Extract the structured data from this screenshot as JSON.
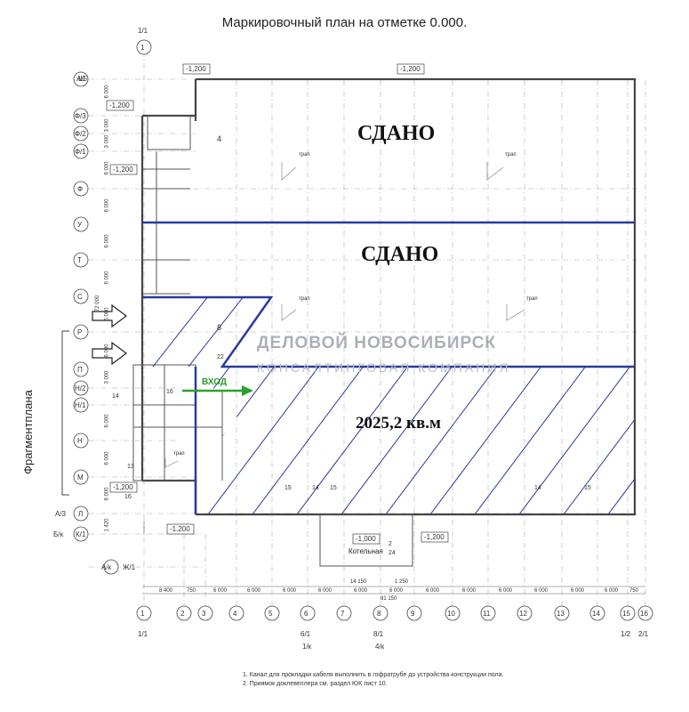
{
  "title": "Маркировочный план на отметке 0.000.",
  "labels": {
    "sdano_top": "СДАНО",
    "sdano_middle": "СДАНО",
    "area": "2025,2 кв.м",
    "fragment": "Фрагментплана",
    "entrance": "ВХОД",
    "boiler": "Котельная"
  },
  "watermark": {
    "line1": "ДЕЛОВОЙ НОВОСИБИРСК",
    "line2": "КОНСАЛТИНГОВАЯ КОМПАНИЯ"
  },
  "notes": [
    "1. Канал для прокладки кабеля выполнить в гофратрубе до устройства конструкции пола.",
    "2. Приямок доклевеллера см. раздел ЮК лист 10."
  ],
  "row_axes": [
    "А/5",
    "Ф/3",
    "Ф/2",
    "Ф/1",
    "Ф",
    "У",
    "Т",
    "С",
    "Р",
    "П",
    "Н/2",
    "Н/1",
    "Н",
    "М",
    "А/3",
    "Б/к",
    "А/к"
  ],
  "row_letters_right": [
    "Ш",
    "",
    "",
    "",
    "",
    "",
    "",
    "",
    "",
    "",
    "",
    "",
    "",
    "",
    "Л",
    "К/1",
    "Ж/1"
  ],
  "col_axes_bottom": [
    "1",
    "2",
    "3",
    "4",
    "5",
    "6",
    "7",
    "8",
    "9",
    "10",
    "11",
    "12",
    "13",
    "14",
    "15",
    "16"
  ],
  "col_axes_sub": [
    "1/1",
    "",
    "",
    "",
    "",
    "6/1",
    "",
    "8/1",
    "",
    "",
    "",
    "",
    "",
    "",
    "1/2",
    "2/1"
  ],
  "col_axes_sub2": [
    "",
    "",
    "",
    "",
    "",
    "1/к",
    "",
    "4/к",
    "",
    "",
    "",
    "",
    "",
    "",
    "",
    ""
  ],
  "top_axis": [
    "1/1",
    "1"
  ],
  "levels": {
    "top_left": "-1,200",
    "top_mid": "-1,200",
    "left_upper": "-1,200",
    "left_mid": "-1,200",
    "left_low": "-1,200",
    "bottom_left": "-1,200",
    "bottom_right": "-1,200",
    "boiler": "-1,000"
  },
  "bottom_dims": [
    "8 400",
    "750",
    "6 000",
    "6 000",
    "6 000",
    "6 000",
    "6 000",
    "6 000",
    "6 000",
    "6 000",
    "6 000",
    "6 000",
    "6 000",
    "6 000",
    "750"
  ],
  "total_dims": [
    "14 150",
    "1 250",
    "81 150"
  ],
  "left_dims": [
    "6 000",
    "3 000",
    "3 000",
    "6 000",
    "6 000",
    "6 000",
    "6 000",
    "6 000",
    "6 000",
    "6 000",
    "72 000",
    "3 000",
    "6 000",
    "6 000",
    "1 420"
  ],
  "trap_labels": [
    "трап",
    "трап",
    "трап",
    "трап",
    "трап"
  ],
  "room_numbers": [
    "4",
    "8",
    "22",
    "16",
    "13",
    "16",
    "14",
    "2",
    "24",
    "15",
    "14",
    "15",
    "14",
    "15"
  ],
  "colors": {
    "line": "#555555",
    "blue": "#2a3a9a",
    "green": "#2ca02c",
    "watermark": "#b0b5bc",
    "hatch": "#2a3a9a"
  }
}
